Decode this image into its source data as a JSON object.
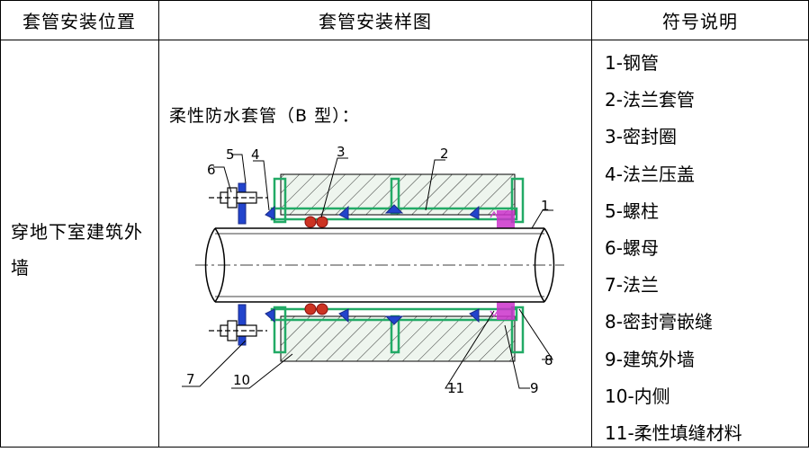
{
  "table": {
    "headers": [
      "套管安装位置",
      "套管安装样图",
      "符号说明"
    ],
    "location": "穿地下室建筑外墙",
    "diagram_caption": "柔性防水套管（B 型）：",
    "callouts": [
      "1",
      "2",
      "3",
      "4",
      "5",
      "6",
      "7",
      "8",
      "9",
      "10",
      "11"
    ],
    "legend": [
      "1-钢管",
      "2-法兰套管",
      "3-密封圈",
      "4-法兰压盖",
      "5-螺柱",
      "6-螺母",
      "7-法兰",
      "8-密封膏嵌缝",
      "9-建筑外墙",
      "10-内侧",
      "11-柔性填缝材料"
    ]
  },
  "colors": {
    "sleeve": "#22aa66",
    "seal_fill": "#cc3322",
    "sealant": "#cc33cc",
    "flange": "#2244cc",
    "pipe": "#000000",
    "wall_fill": "#eef5ee"
  }
}
